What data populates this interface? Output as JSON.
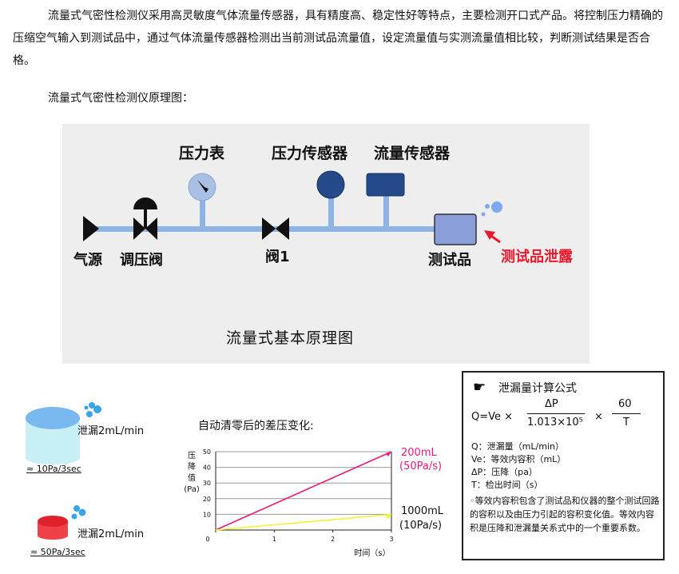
{
  "intro": {
    "paragraph": "流量式气密性检测仪采用高灵敏度气体流量传感器，具有精度高、稳定性好等特点，主要检测开口式产品。将控制压力精确的压缩空气输入到测试品中，通过气体流量传感器检测出当前测试品流量值，设定流量值与实测流量值相比较，判断测试结果是否合格。",
    "subheading": "流量式气密性检测仪原理图："
  },
  "diagram": {
    "labels": {
      "air_source": "气源",
      "regulator": "调压阀",
      "gauge": "压力表",
      "valve1": "阀1",
      "pressure_sensor": "压力传感器",
      "flow_sensor": "流量传感器",
      "test_piece": "测试品",
      "leak": "测试品泄露"
    },
    "title": "流量式基本原理图",
    "colors": {
      "pipe": "#8fb4e3",
      "test_piece": "#8a9fd9",
      "sensor": "#244a8a",
      "leak": "#e8192c"
    }
  },
  "cylinders": [
    {
      "leak_text": "泄漏2mL/min",
      "rate": "≈ 10Pa/3sec",
      "color": "#c9f0f5"
    },
    {
      "leak_text": "泄漏2mL/min",
      "rate": "≈ 50Pa/3sec",
      "color": "#f04048"
    }
  ],
  "chart_data": {
    "type": "line",
    "title": "自动清零后的差压变化:",
    "ylabel_chars": [
      "压",
      "降",
      "值",
      "(Pa)"
    ],
    "xlabel": "时间（s）",
    "xlim": [
      0,
      3
    ],
    "ylim": [
      0,
      50
    ],
    "x_ticks": [
      "0",
      "1",
      "2",
      "3"
    ],
    "y_ticks": [
      "10",
      "20",
      "30",
      "40",
      "50"
    ],
    "series": [
      {
        "name": "200mL",
        "rate_label": "(50Pa/s)",
        "x": [
          0,
          3
        ],
        "y": [
          0,
          50
        ],
        "color": "#e8197a"
      },
      {
        "name": "1000mL",
        "rate_label": "(10Pa/s)",
        "x": [
          0,
          3
        ],
        "y": [
          0,
          10
        ],
        "color": "#f2f23a"
      }
    ]
  },
  "formula": {
    "title": "泄漏量计算公式",
    "lhs": "Q=Ve ×",
    "numerator": "ΔP",
    "denominator": "1.013×10⁵",
    "times": "×",
    "num2": "60",
    "den2": "T",
    "defs": [
      "Q：泄漏量（mL/min）",
      "Ve：等效内容积（mL）",
      "ΔP：压降（pa）",
      "T：检出时间（s）"
    ],
    "note": "◦等效内容积包含了测试品和仪器的整个测试回路的容积以及由压力引起的容积变化值。等效内容积是压降和泄漏量关系式中的一个重要系数。"
  }
}
